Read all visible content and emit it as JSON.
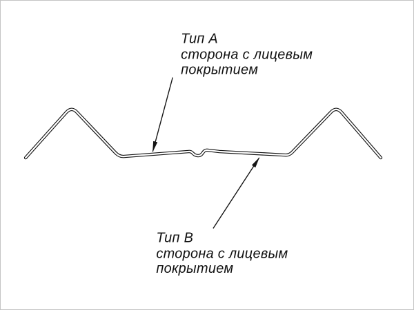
{
  "canvas": {
    "background": "#ffffff",
    "line_color": "#141414"
  },
  "labels": {
    "type_a": {
      "title": "Тип A",
      "line1": "сторона с лицевым",
      "line2": "покрытием"
    },
    "type_b": {
      "title": "Тип B",
      "line1": "сторона с лицевым",
      "line2": "покрытием"
    }
  }
}
